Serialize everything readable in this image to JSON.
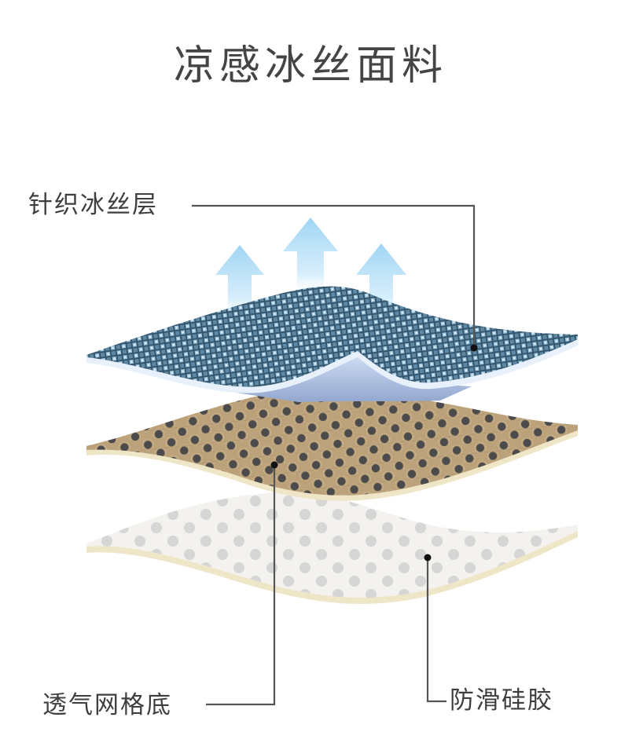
{
  "title": "凉感冰丝面料",
  "labels": {
    "knit_layer": "针织冰丝层",
    "mesh_base": "透气网格底",
    "silicone": "防滑硅胶"
  },
  "colors": {
    "knit_layer": "#4f7189",
    "mesh_base": "#b8a07a",
    "mesh_dot": "#4a4a4a",
    "silicone": "#f2f0ea",
    "silicone_dot": "#d4d4d4",
    "edge_cream": "#efe6c8",
    "arrow": "#aadaf4",
    "leader_line": "#555555"
  }
}
